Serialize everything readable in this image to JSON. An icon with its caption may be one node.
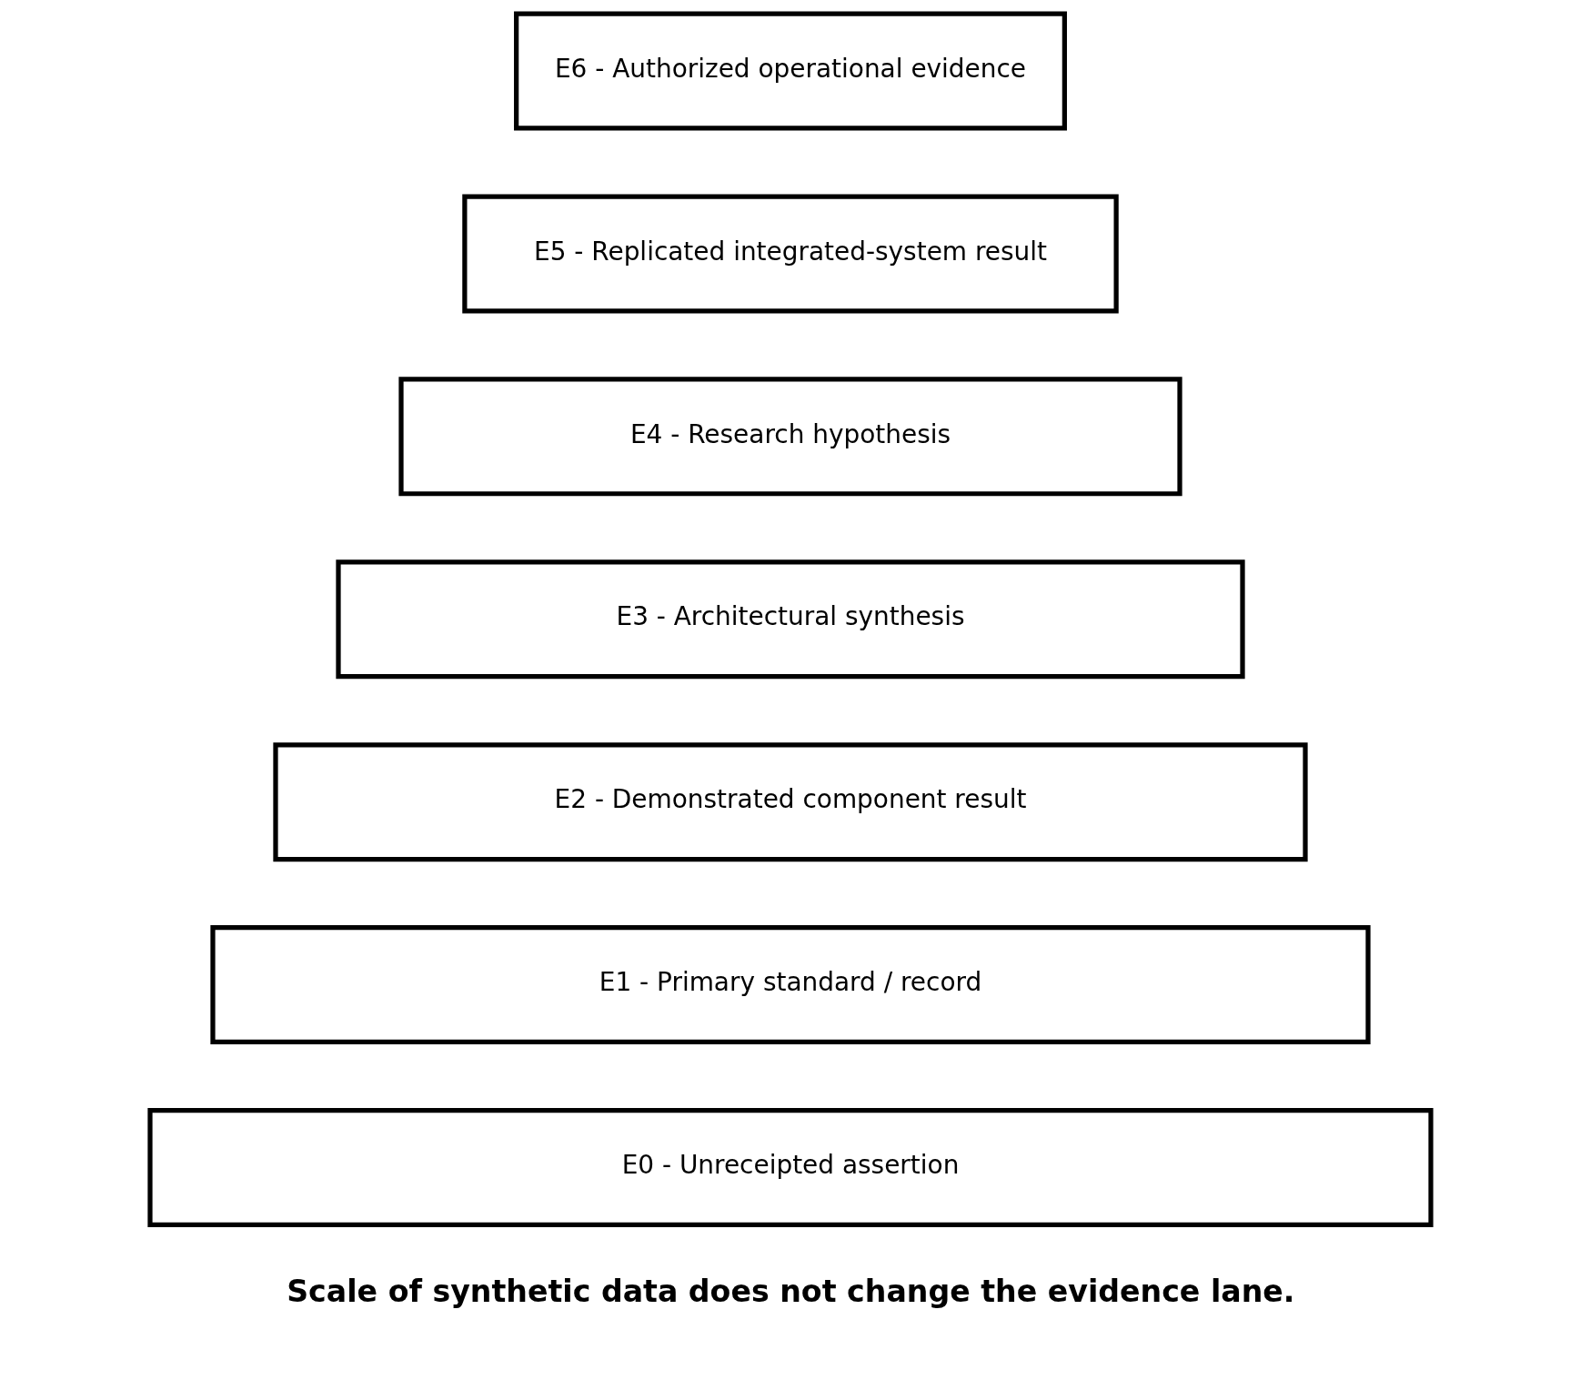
{
  "diagram": {
    "caption": "Scale of synthetic data does not change the evidence lane.",
    "nodes": [
      {
        "text": [
          "E6 - Authorized operational evidence"
        ]
      },
      {
        "text": [
          "E5 - Replicated integrated-system result"
        ]
      },
      {
        "text": [
          "E4 - Research hypothesis"
        ]
      },
      {
        "text": [
          "E3 - Architectural synthesis"
        ]
      },
      {
        "text": [
          "E2 - Demonstrated component result"
        ]
      },
      {
        "text": [
          "E1 - Primary standard / record"
        ]
      },
      {
        "text": [
          "E0 - Unreceipted assertion"
        ]
      }
    ]
  }
}
